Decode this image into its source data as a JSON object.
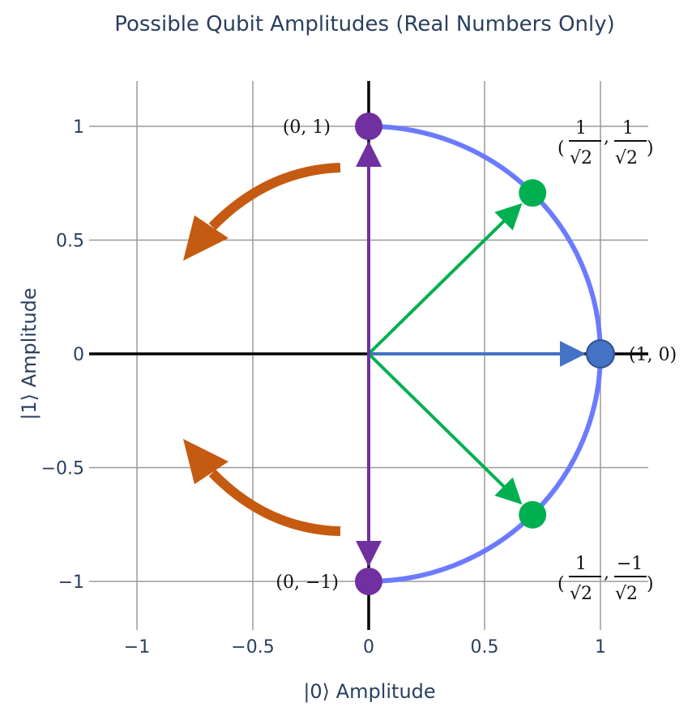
{
  "colors": {
    "circle": "#6b7bff",
    "zero_one": "#4472c4",
    "diag": "#00b050",
    "vertical": "#7030a0",
    "rotation_arrow": "#c55a11",
    "grid": "#9a9a9a",
    "zero_line": "#000000",
    "text": "#2a3f5f"
  },
  "chart_data": {
    "type": "scatter",
    "title": "Possible Qubit Amplitudes (Real Numbers Only)",
    "xlabel": "|0⟩ Amplitude",
    "ylabel": "|1⟩ Amplitude",
    "xlim": [
      -1.2,
      1.2
    ],
    "ylim": [
      -1.12,
      1.12
    ],
    "x_ticks": [
      -1,
      -0.5,
      0,
      0.5,
      1
    ],
    "x_tick_labels": [
      "−1",
      "−0.5",
      "0",
      "0.5",
      "1"
    ],
    "y_ticks": [
      -1,
      -0.5,
      0,
      0.5,
      1
    ],
    "y_tick_labels": [
      "−1",
      "−0.5",
      "0",
      "0.5",
      "1"
    ],
    "grid": true,
    "curve": {
      "shape": "unit semicircle",
      "theta_deg": [
        -90,
        90
      ]
    },
    "vectors": [
      {
        "x": 1,
        "y": 0,
        "color": "#4472c4"
      },
      {
        "x": 0.7071,
        "y": 0.7071,
        "color": "#00b050"
      },
      {
        "x": 0.7071,
        "y": -0.7071,
        "color": "#00b050"
      },
      {
        "x": 0,
        "y": 1,
        "color": "#7030a0"
      },
      {
        "x": 0,
        "y": -1,
        "color": "#7030a0"
      }
    ],
    "points": [
      {
        "x": 0,
        "y": 1,
        "label": "(0, 1)",
        "color": "#7030a0"
      },
      {
        "x": 0.7071,
        "y": 0.7071,
        "label": "(1/√2, 1/√2)",
        "color": "#00b050"
      },
      {
        "x": 1,
        "y": 0,
        "label": "(1, 0)",
        "color": "#4472c4"
      },
      {
        "x": 0.7071,
        "y": -0.7071,
        "label": "(1/√2, −1/√2)",
        "color": "#00b050"
      },
      {
        "x": 0,
        "y": -1,
        "label": "(0, −1)",
        "color": "#7030a0"
      }
    ]
  },
  "labels": {
    "p01": "(0, 1)",
    "p10": "(1, 0)",
    "p0m1": "(0, −1)",
    "one": "1",
    "minus_one": "−1",
    "sqrt2": "√2",
    "comma": ","
  }
}
